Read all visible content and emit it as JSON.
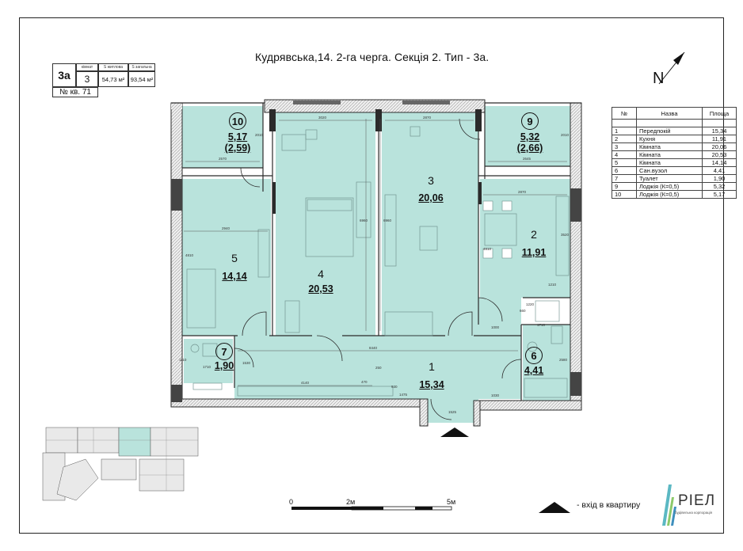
{
  "title": "Кудрявська,14. 2-га черга. Секція 2. Тип - 3а.",
  "north": "N",
  "apartment": {
    "type": "3а",
    "rooms_header": "кімнат",
    "rooms": "3",
    "living_header": "S житлова",
    "living": "54,73 м²",
    "total_header": "S загальна",
    "total": "93,54 м²",
    "number": "№ кв. 71"
  },
  "legend": {
    "headers": [
      "№",
      "Назва",
      "Площа"
    ],
    "rows": [
      [
        "1",
        "Передпокій",
        "15,34"
      ],
      [
        "2",
        "Кухня",
        "11,91"
      ],
      [
        "3",
        "Кімната",
        "20,06"
      ],
      [
        "4",
        "Кімната",
        "20,53"
      ],
      [
        "5",
        "Кімната",
        "14,14"
      ],
      [
        "6",
        "Сан.вузол",
        "4,41"
      ],
      [
        "7",
        "Туалет",
        "1,90"
      ],
      [
        "9",
        "Лоджія (К=0,5)",
        "5,32"
      ],
      [
        "10",
        "Лоджія (К=0,5)",
        "5,17"
      ]
    ]
  },
  "rooms": {
    "r1": {
      "num": "1",
      "area": "15,34"
    },
    "r2": {
      "num": "2",
      "area": "11,91"
    },
    "r3": {
      "num": "3",
      "area": "20,06"
    },
    "r4": {
      "num": "4",
      "area": "20,53"
    },
    "r5": {
      "num": "5",
      "area": "14,14"
    },
    "r6": {
      "num": "6",
      "area": "4,41"
    },
    "r7": {
      "num": "7",
      "area": "1,90"
    },
    "r9": {
      "num": "9",
      "area": "5,32",
      "sub": "(2,66)"
    },
    "r10": {
      "num": "10",
      "area": "5,17",
      "sub": "(2,59)"
    }
  },
  "dims": {
    "d3020": "3020",
    "d2870a": "2870",
    "d2570": "2570",
    "d2645": "2645",
    "d2940": "2940",
    "d2870b": "2870",
    "d8440": "8440",
    "d4140": "4140",
    "d1475": "1475",
    "d1525": "1525",
    "d1030": "1030",
    "d1710a": "1710",
    "d1710b": "1710",
    "d1210": "1210",
    "d2010a": "2010",
    "d2010b": "2010",
    "d6960a": "6960",
    "d6960b": "6960",
    "d4810a": "4810",
    "d4810b": "4810",
    "d3520": "3520",
    "d2580": "2580",
    "d1000": "1000",
    "d930": "930",
    "d1530": "1530",
    "d1110": "1110",
    "d660": "660",
    "d1220": "1220",
    "d250": "250",
    "d470": "470"
  },
  "scale": {
    "zero": "0",
    "two": "2м",
    "five": "5м"
  },
  "entry_label": "-  вхід в квартиру",
  "logo": {
    "name": "РІЕЛ",
    "tagline": "будівельна корпорація"
  },
  "colors": {
    "room_fill": "#b9e3dc",
    "wall": "#2b2b2b",
    "wall_hatch": "#c4c4c4",
    "accent": "#6ec3c6"
  }
}
